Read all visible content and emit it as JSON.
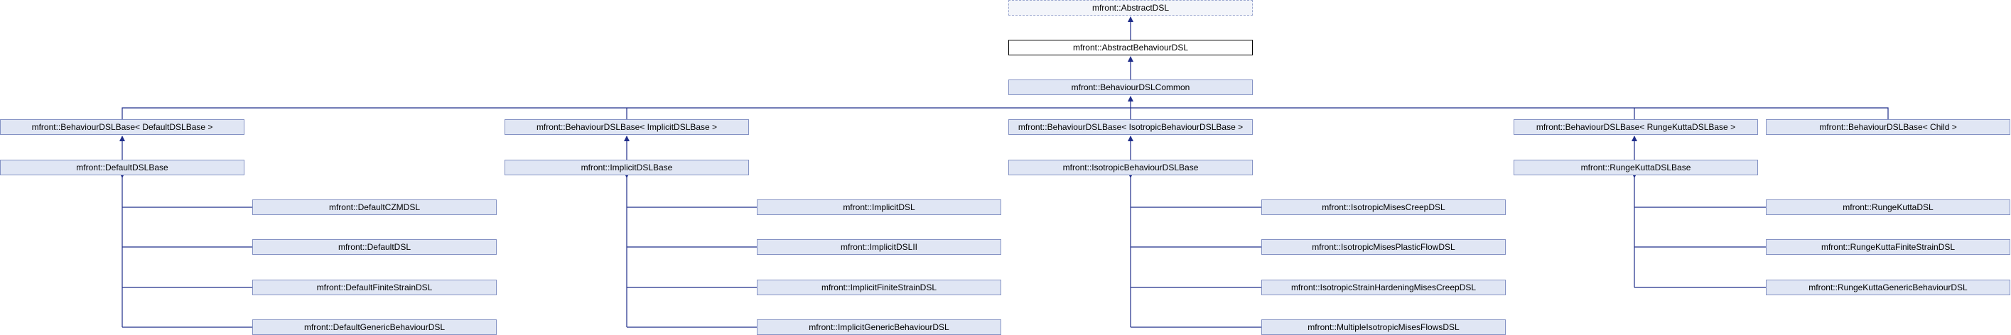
{
  "diagram": {
    "nodes": {
      "abstract_dsl": "mfront::AbstractDSL",
      "abstract_behaviour_dsl": "mfront::AbstractBehaviourDSL",
      "behaviour_dsl_common": "mfront::BehaviourDSLCommon",
      "base_default": "mfront::BehaviourDSLBase< DefaultDSLBase >",
      "base_implicit": "mfront::BehaviourDSLBase< ImplicitDSLBase >",
      "base_isotropic": "mfront::BehaviourDSLBase< IsotropicBehaviourDSLBase >",
      "base_rungekutta": "mfront::BehaviourDSLBase< RungeKuttaDSLBase >",
      "base_child": "mfront::BehaviourDSLBase< Child >",
      "default_dsl_base": "mfront::DefaultDSLBase",
      "implicit_dsl_base": "mfront::ImplicitDSLBase",
      "isotropic_behaviour_dsl_base": "mfront::IsotropicBehaviourDSLBase",
      "rungekutta_dsl_base": "mfront::RungeKuttaDSLBase",
      "default_czm_dsl": "mfront::DefaultCZMDSL",
      "default_dsl": "mfront::DefaultDSL",
      "default_finite_strain_dsl": "mfront::DefaultFiniteStrainDSL",
      "default_generic_behaviour_dsl": "mfront::DefaultGenericBehaviourDSL",
      "implicit_dsl": "mfront::ImplicitDSL",
      "implicit_dsl_ii": "mfront::ImplicitDSLII",
      "implicit_finite_strain_dsl": "mfront::ImplicitFiniteStrainDSL",
      "implicit_generic_behaviour_dsl": "mfront::ImplicitGenericBehaviourDSL",
      "isotropic_mises_creep_dsl": "mfront::IsotropicMisesCreepDSL",
      "isotropic_mises_plastic_flow_dsl": "mfront::IsotropicMisesPlasticFlowDSL",
      "isotropic_strain_hardening_mises_creep_dsl": "mfront::IsotropicStrainHardeningMisesCreepDSL",
      "multiple_isotropic_mises_flows_dsl": "mfront::MultipleIsotropicMisesFlowsDSL",
      "rungekutta_dsl": "mfront::RungeKuttaDSL",
      "rungekutta_finite_strain_dsl": "mfront::RungeKuttaFiniteStrainDSL",
      "rungekutta_generic_behaviour_dsl": "mfront::RungeKuttaGenericBehaviourDSL"
    },
    "colors": {
      "node_fill": "#e0e6f4",
      "node_border": "#8492c4",
      "current_fill": "#ffffff",
      "current_border": "#000000",
      "edge": "#1f2d8a"
    }
  }
}
